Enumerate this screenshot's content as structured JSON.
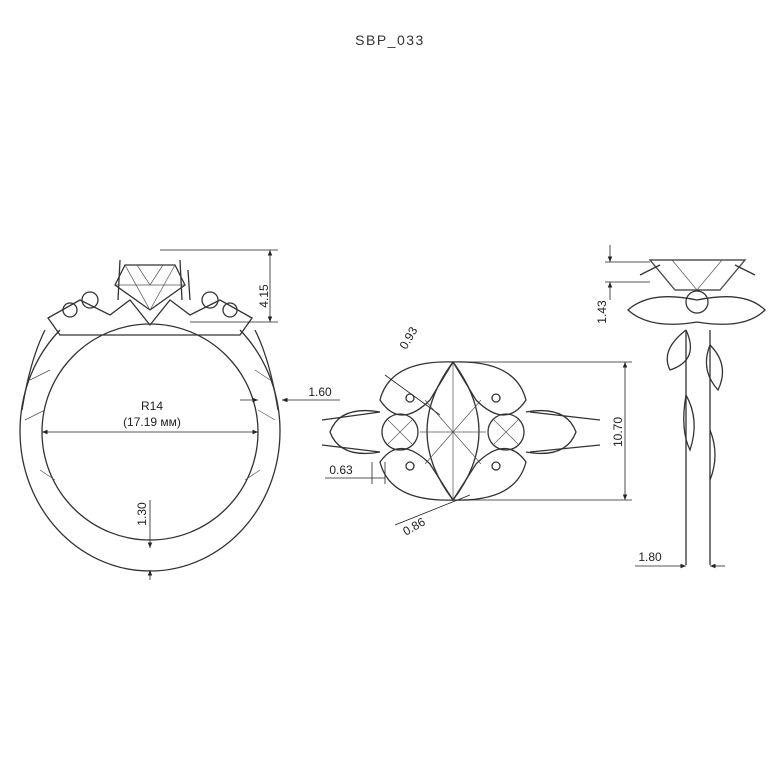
{
  "title": "SBP_033",
  "dimensions": {
    "head_height": "4.15",
    "band_width_side": "1.60",
    "radius": "R14",
    "inner_diameter": "(17.19 мм)",
    "band_thickness": "1.30",
    "prong_gap": "0.93",
    "head_length": "10.70",
    "bead_size": "0.63",
    "leaf_gap": "0.86",
    "setting_height": "1.43",
    "band_width_bottom": "1.80"
  }
}
